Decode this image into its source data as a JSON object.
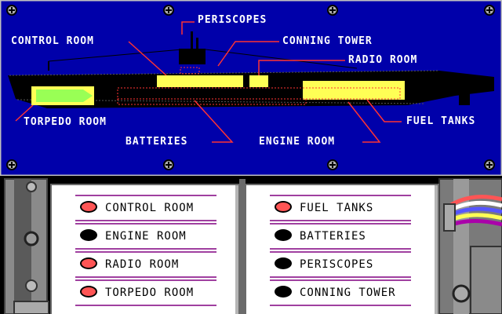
{
  "diagram": {
    "labels": {
      "periscopes": "PERISCOPES",
      "control_room": "CONTROL ROOM",
      "conning_tower": "CONNING TOWER",
      "radio_room": "RADIO ROOM",
      "torpedo_room": "TORPEDO ROOM",
      "fuel_tanks": "FUEL TANKS",
      "batteries": "BATTERIES",
      "engine_room": "ENGINE ROOM"
    }
  },
  "menu": {
    "left": [
      {
        "label": "CONTROL ROOM",
        "state": "lit"
      },
      {
        "label": "ENGINE ROOM",
        "state": "off"
      },
      {
        "label": "RADIO ROOM",
        "state": "lit"
      },
      {
        "label": "TORPEDO ROOM",
        "state": "lit"
      }
    ],
    "right": [
      {
        "label": "FUEL TANKS",
        "state": "lit"
      },
      {
        "label": "BATTERIES",
        "state": "off"
      },
      {
        "label": "PERISCOPES",
        "state": "off"
      },
      {
        "label": "CONNING TOWER",
        "state": "off"
      }
    ]
  },
  "colors": {
    "panel_blue": "#0000aa",
    "hull": "#000000",
    "compartment": "#ffff55",
    "leader_line": "#ff3333",
    "lamp_on": "#ff5555",
    "menu_divider": "#a040a0"
  }
}
